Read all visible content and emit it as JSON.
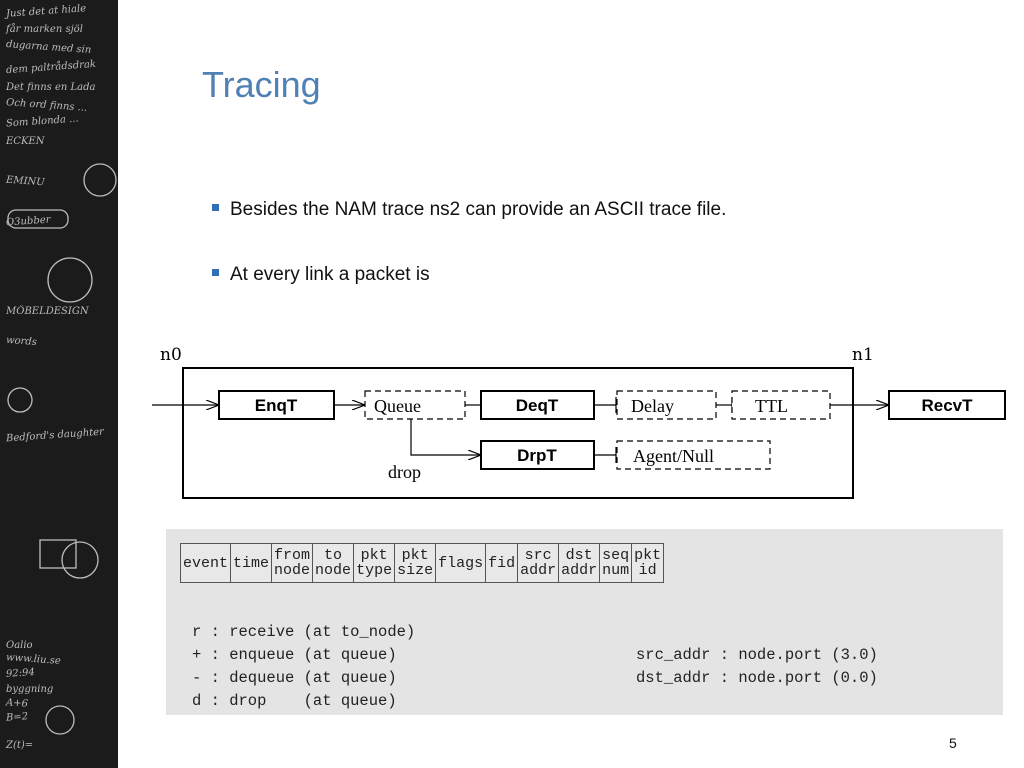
{
  "slide": {
    "title": "Tracing",
    "bullets": [
      "Besides the NAM trace ns2 can provide an ASCII trace file.",
      "At every link a packet is"
    ],
    "page_number": "5"
  },
  "sidebar_chalk": [
    "Just det at hiale",
    "får marken sjöl",
    "dugarna med sin",
    "dem paltrådsdrak",
    "Det finns en Lada",
    "Och ord finns ...",
    "Som blonda ...",
    "ECKEN",
    "EMINU",
    "O3ubber",
    "MÖBELDESIGN",
    "words",
    "Bedford's daughter",
    "Oalio",
    "www.liu.se",
    "92:94",
    "byggning",
    "A+6",
    "B=2",
    "Z(t)="
  ],
  "diagram": {
    "nodes": {
      "left": "n0",
      "right": "n1"
    },
    "boxes": {
      "enqt": "EnqT",
      "queue": "Queue",
      "deqt": "DeqT",
      "delay": "Delay",
      "ttl": "TTL",
      "recvt": "RecvT",
      "drpt": "DrpT",
      "agent_null": "Agent/Null"
    },
    "drop_label": "drop"
  },
  "trace_format": {
    "columns": [
      [
        "event"
      ],
      [
        "time"
      ],
      [
        "from",
        "node"
      ],
      [
        "to",
        "node"
      ],
      [
        "pkt",
        "type"
      ],
      [
        "pkt",
        "size"
      ],
      [
        "flags"
      ],
      [
        "fid"
      ],
      [
        "src",
        "addr"
      ],
      [
        "dst",
        "addr"
      ],
      [
        "seq",
        "num"
      ],
      [
        "pkt",
        "id"
      ]
    ],
    "legend_left": [
      "r : receive (at to_node)",
      "+ : enqueue (at queue)",
      "- : dequeue (at queue)",
      "d : drop    (at queue)"
    ],
    "legend_right": [
      "",
      "src_addr : node.port (3.0)",
      "dst_addr : node.port (0.0)"
    ]
  }
}
